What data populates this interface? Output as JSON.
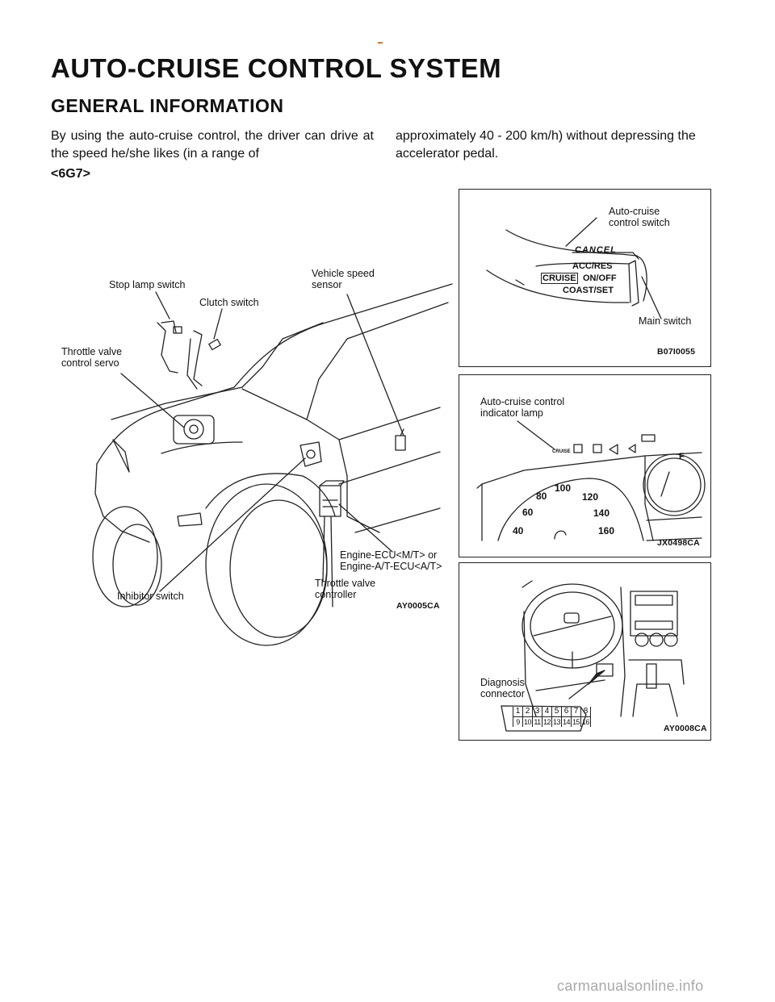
{
  "header": {
    "title": "AUTO-CRUISE CONTROL SYSTEM",
    "section": "GENERAL INFORMATION"
  },
  "intro": {
    "left": "By using the auto-cruise control, the driver can drive at the speed he/she likes (in a range of",
    "right": "approximately 40 - 200 km/h) without depressing the accelerator pedal."
  },
  "subheading": "<6G7>",
  "main_figure": {
    "labels": {
      "stop_lamp_switch": "Stop lamp switch",
      "clutch_switch": "Clutch switch",
      "vehicle_speed_sensor": "Vehicle speed\nsensor",
      "throttle_valve_control_servo": "Throttle valve\ncontrol servo",
      "engine_ecu": "Engine-ECU<M/T> or\nEngine-A/T-ECU<A/T>",
      "throttle_valve_controller": "Throttle valve\ncontroller",
      "inhibitor_switch": "Inhibitor switch"
    },
    "code": "AY0005CA"
  },
  "panel_switch": {
    "labels": {
      "auto_cruise_control_switch": "Auto-cruise\ncontrol switch",
      "main_switch": "Main switch"
    },
    "lever_text": {
      "cancel": "CANCEL",
      "acc_res": "ACC/RES",
      "cruise": "CRUISE",
      "on_off": "ON/OFF",
      "coast_set": "COAST/SET"
    },
    "code": "B07I0055"
  },
  "panel_meter": {
    "labels": {
      "indicator_lamp": "Auto-cruise control\nindicator lamp"
    },
    "speed_ticks": [
      "40",
      "60",
      "80",
      "100",
      "120",
      "140",
      "160"
    ],
    "cruise_lamp_text": "CRUISE",
    "fuel_letter": "F",
    "code": "JX0498CA"
  },
  "panel_dash": {
    "labels": {
      "diagnosis_connector": "Diagnosis\nconnector"
    },
    "connector_pins_top": [
      "1",
      "2",
      "3",
      "4",
      "5",
      "6",
      "7",
      "8"
    ],
    "connector_pins_bottom": [
      "9",
      "10",
      "11",
      "12",
      "13",
      "14",
      "15",
      "16"
    ],
    "code": "AY0008CA"
  },
  "watermark": "carmanualsonline.info"
}
